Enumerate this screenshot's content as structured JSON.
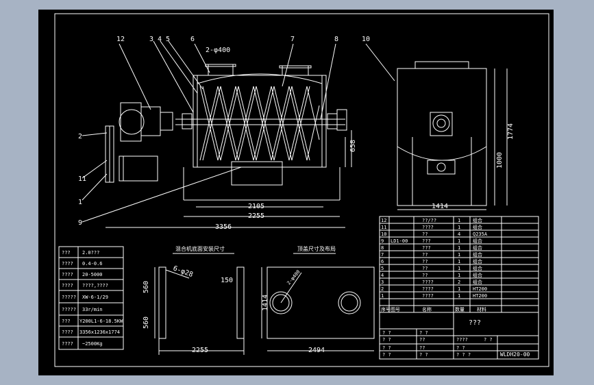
{
  "colors": {
    "app_bg": "#a7b3c4",
    "sheet_bg": "#000000",
    "line": "#ffffff"
  },
  "front_view": {
    "labels": [
      "12",
      "3",
      "4",
      "5",
      "6",
      "7",
      "8",
      "2",
      "11",
      "1",
      "9"
    ],
    "pipe": "2-φ400",
    "dims": {
      "overall": "3356",
      "feet_span": "2255",
      "inner": "2105",
      "height": "658"
    }
  },
  "side_view": {
    "label": "10",
    "dims": {
      "width": "1414",
      "height_total": "1774",
      "height_body": "1000"
    }
  },
  "spec_table": {
    "rows": [
      [
        "???",
        "2.0???"
      ],
      [
        "????",
        "0.4-0.6"
      ],
      [
        "????",
        "20-5000"
      ],
      [
        "????",
        "????,????"
      ],
      [
        "?????",
        "XW-6-1/29"
      ],
      [
        "?????",
        "33r/min"
      ],
      [
        "???",
        "Y200L1-6-18.5KW"
      ],
      [
        "????",
        "3356x1236x1774"
      ],
      [
        "????",
        "~2500Kg"
      ]
    ]
  },
  "foundation": {
    "title": "混合机底面安装尺寸",
    "dims": {
      "a": "560",
      "b": "560",
      "c": "6-φ28",
      "d": "150",
      "e": "2255"
    }
  },
  "lid_plan": {
    "title": "顶盖尺寸及布局",
    "dims": {
      "height": "1414",
      "pipe": "2-φ400",
      "width": "2494"
    }
  },
  "parts_list": {
    "rows": [
      {
        "no": "12",
        "code": "",
        "name": "??/??",
        "qty": "1",
        "mat": "组合"
      },
      {
        "no": "11",
        "code": "",
        "name": "????",
        "qty": "1",
        "mat": "组合"
      },
      {
        "no": "10",
        "code": "",
        "name": "??",
        "qty": "4",
        "mat": "Q235A"
      },
      {
        "no": "9",
        "code": "LD1-00",
        "name": "???",
        "qty": "1",
        "mat": "组合"
      },
      {
        "no": "8",
        "code": "",
        "name": "???",
        "qty": "1",
        "mat": "组合"
      },
      {
        "no": "7",
        "code": "",
        "name": "??",
        "qty": "1",
        "mat": "组合"
      },
      {
        "no": "6",
        "code": "",
        "name": "??",
        "qty": "1",
        "mat": "组合"
      },
      {
        "no": "5",
        "code": "",
        "name": "??",
        "qty": "1",
        "mat": "组合"
      },
      {
        "no": "4",
        "code": "",
        "name": "??",
        "qty": "1",
        "mat": "组合"
      },
      {
        "no": "3",
        "code": "",
        "name": "????",
        "qty": "2",
        "mat": "组合"
      },
      {
        "no": "2",
        "code": "",
        "name": "????",
        "qty": "1",
        "mat": "HT200"
      },
      {
        "no": "1",
        "code": "",
        "name": "????",
        "qty": "1",
        "mat": "HT200"
      }
    ],
    "header": {
      "no": "序号",
      "code": "图号",
      "name": "名称",
      "qty": "数量",
      "mat": "材料"
    }
  },
  "title_block": {
    "center": "???",
    "drawing_no": "WLDH20-00",
    "cells": [
      "?  ?",
      "??",
      "????",
      "? ?",
      "? ?",
      "??",
      "? ?",
      "? ?",
      "? ?  ?",
      "?  ?",
      "?  ?",
      "?  ?"
    ]
  }
}
